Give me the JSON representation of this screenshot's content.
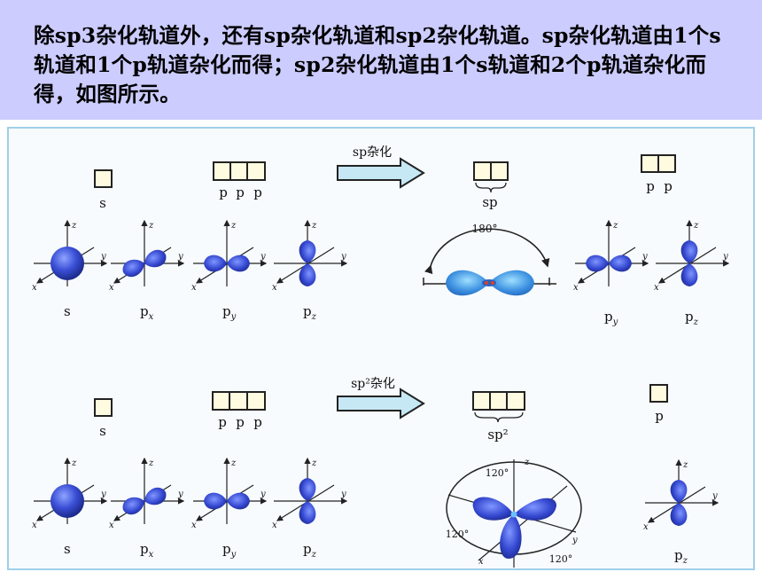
{
  "header": {
    "text": "除sp3杂化轨道外，还有sp杂化轨道和sp2杂化轨道。sp杂化轨道由1个s轨道和1个p轨道杂化而得；sp2杂化轨道由1个s轨道和2个p轨道杂化而得，如图所示。"
  },
  "colors": {
    "header_bg": "#ccccff",
    "orbital": "#3a4fd6",
    "sp_orbital": "#3b8fe0",
    "arrow_fill": "#c6e8f5",
    "frame": "#9fd0e8"
  },
  "sp_section": {
    "arrow_label": "sp杂化",
    "s_box_label": "s",
    "p_box_labels": [
      "p",
      "p",
      "p"
    ],
    "hybrid_label": "sp",
    "remaining_p_labels": [
      "p",
      "p"
    ],
    "angle_label": "180°",
    "orbital_labels": {
      "s": "s",
      "px": "x",
      "py": "y",
      "pz": "z"
    },
    "remaining_orbital_labels": {
      "py": "y",
      "pz": "z"
    }
  },
  "sp2_section": {
    "arrow_label": "sp²杂化",
    "s_box_label": "s",
    "p_box_labels": [
      "p",
      "p",
      "p"
    ],
    "hybrid_label": "sp²",
    "remaining_p_labels": [
      "p"
    ],
    "angle_labels": [
      "120°",
      "120°",
      "120°"
    ],
    "orbital_labels": {
      "s": "s",
      "px": "x",
      "py": "y",
      "pz": "z"
    },
    "remaining_orbital_labels": {
      "pz": "z"
    }
  },
  "axis_labels": {
    "x": "x",
    "y": "y",
    "z": "z"
  },
  "p_letter": "p"
}
